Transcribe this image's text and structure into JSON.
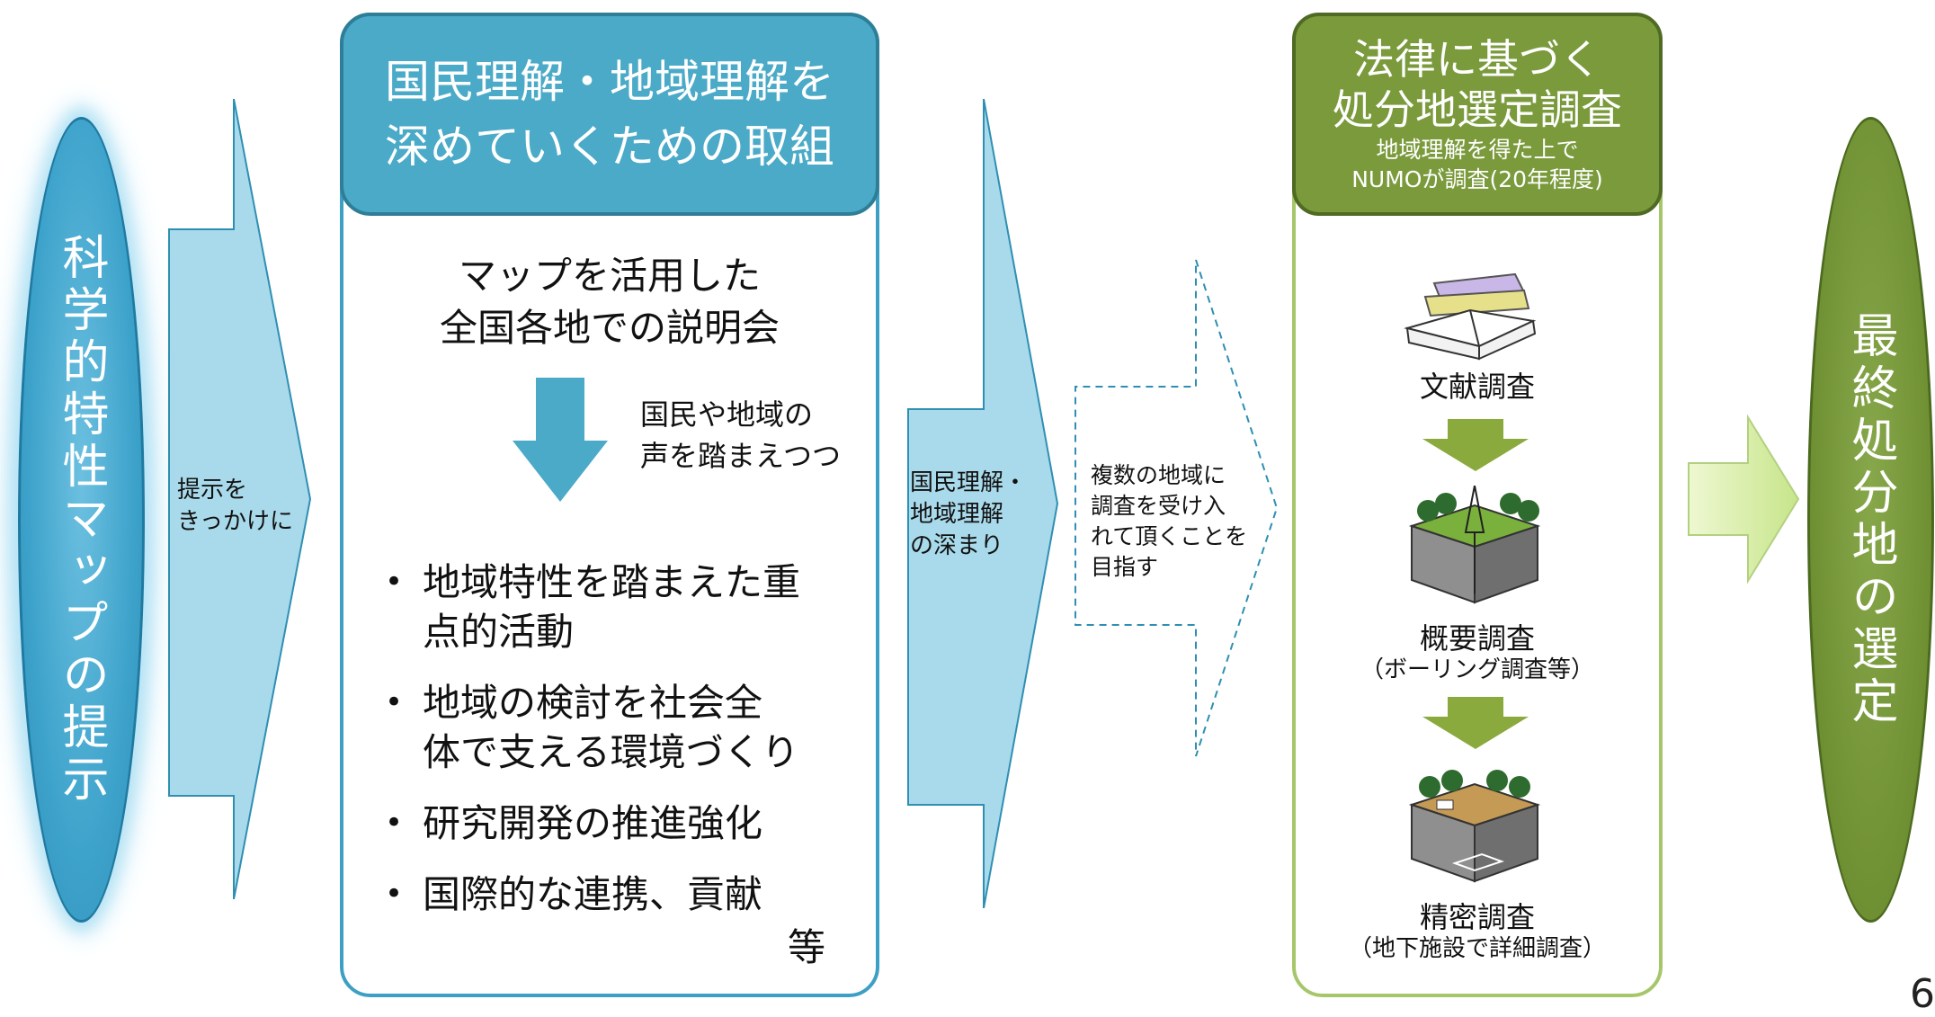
{
  "left_oval": {
    "text": "科学的特性マップの提示"
  },
  "arrow1": {
    "label": "提示を\nきっかけに"
  },
  "panel1": {
    "header": "国民理解・地域理解を\n深めていくための取組",
    "subtitle": "マップを活用した\n全国各地での説明会",
    "side_note": "国民や地域の\n声を踏まえつつ",
    "bullets": [
      "地域特性を踏まえた重\n点的活動",
      "地域の検討を社会全\n体で支える環境づくり",
      "研究開発の推進強化",
      "国際的な連携、貢献"
    ],
    "etc": "等"
  },
  "arrow2": {
    "label": "国民理解・\n地域理解\nの深まり"
  },
  "arrow3": {
    "label": "複数の地域に\n調査を受け入\nれて頂くことを\n目指す"
  },
  "panel2": {
    "header": "法律に基づく\n処分地選定調査",
    "header_sub": "地域理解を得た上で\nNUMOが調査(20年程度)",
    "steps": [
      {
        "label": "文献調査",
        "sub": ""
      },
      {
        "label": "概要調査",
        "sub": "（ボーリング調査等）"
      },
      {
        "label": "精密調査",
        "sub": "（地下施設で詳細調査）"
      }
    ]
  },
  "right_oval": {
    "text": "最終処分地の選定"
  },
  "page_number": "6",
  "colors": {
    "blue": "#4aaac7",
    "light_blue": "#a9daeb",
    "green": "#7a9a3c",
    "light_green": "#e4f3b8"
  }
}
